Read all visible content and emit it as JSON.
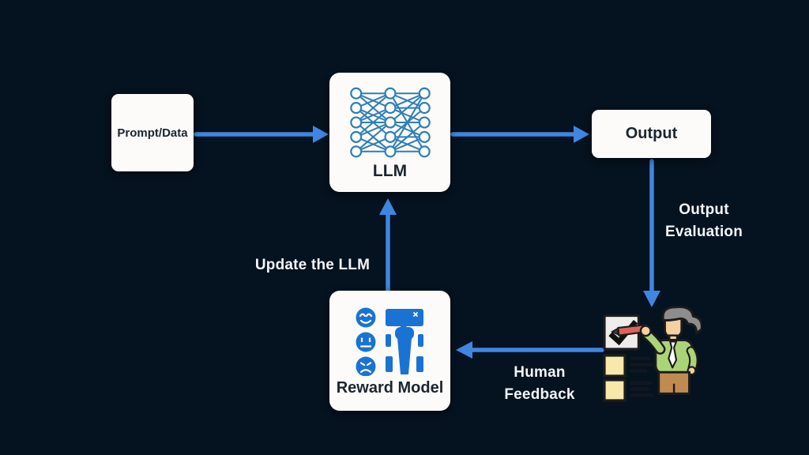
{
  "colors": {
    "background": "#05121f",
    "arrow": "#3f86e0",
    "box-bg": "#fcfbfa",
    "box-text": "#1b2530",
    "label-text": "#f4f6f8",
    "nn-icon": "#2e7eb5",
    "reward-icon": "#1a73d2"
  },
  "nodes": {
    "prompt": {
      "label": "Prompt/Data"
    },
    "llm": {
      "label": "LLM",
      "icon": "neural-network-icon"
    },
    "output": {
      "label": "Output"
    },
    "reward": {
      "label": "Reward Model",
      "icon": "feedback-faces-icon"
    },
    "human": {
      "icon": "human-evaluator-icon"
    }
  },
  "edges": [
    {
      "from": "prompt",
      "to": "llm",
      "label": ""
    },
    {
      "from": "llm",
      "to": "output",
      "label": ""
    },
    {
      "from": "output",
      "to": "human",
      "label": "Output Evaluation"
    },
    {
      "from": "human",
      "to": "reward",
      "label": "Human Feedback"
    },
    {
      "from": "reward",
      "to": "llm",
      "label": "Update the LLM"
    }
  ]
}
